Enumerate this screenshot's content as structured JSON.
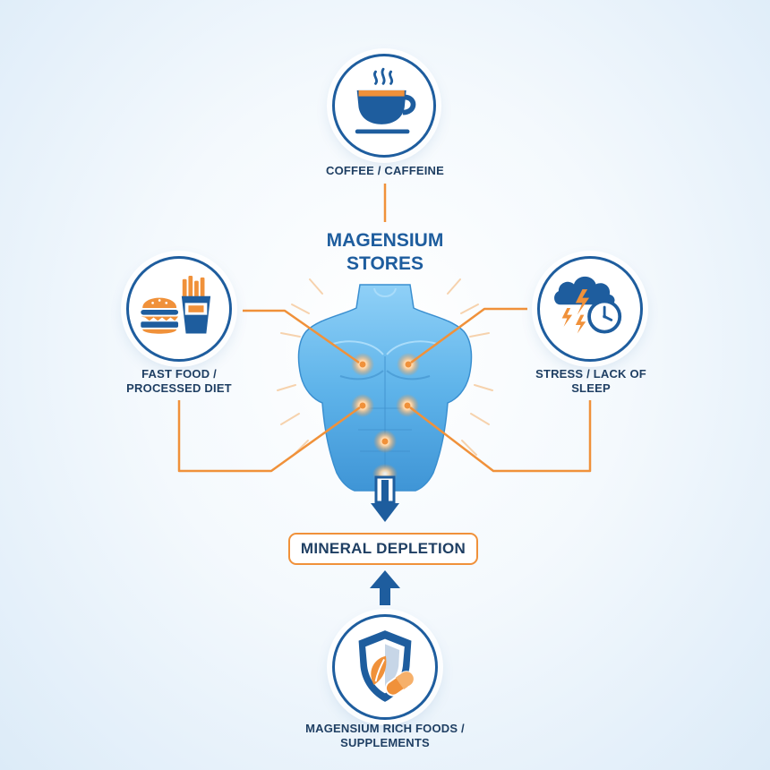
{
  "title": {
    "line1": "MAGENSIUM",
    "line2": "STORES"
  },
  "factors": {
    "coffee": {
      "label": "COFFEE / CAFFEINE",
      "icon": "coffee-cup-icon"
    },
    "fast_food": {
      "line1": "FAST FOOD /",
      "line2": "PROCESSED DIET",
      "icon": "burger-fries-soda-icon"
    },
    "stress": {
      "line1": "STRESS / LACK OF",
      "line2": "SLEEP",
      "icon": "storm-cloud-clock-icon"
    },
    "remedy": {
      "line1": "MAGENSIUM RICH FOODS /",
      "line2": "SUPPLEMENTS",
      "icon": "shield-leaf-pill-icon"
    }
  },
  "outcome": {
    "label": "MINERAL DEPLETION"
  },
  "colors": {
    "navy": "#1e5d9e",
    "dark_text": "#1f3f63",
    "orange": "#f0913a",
    "torso_blue": "#5fb4ea"
  }
}
